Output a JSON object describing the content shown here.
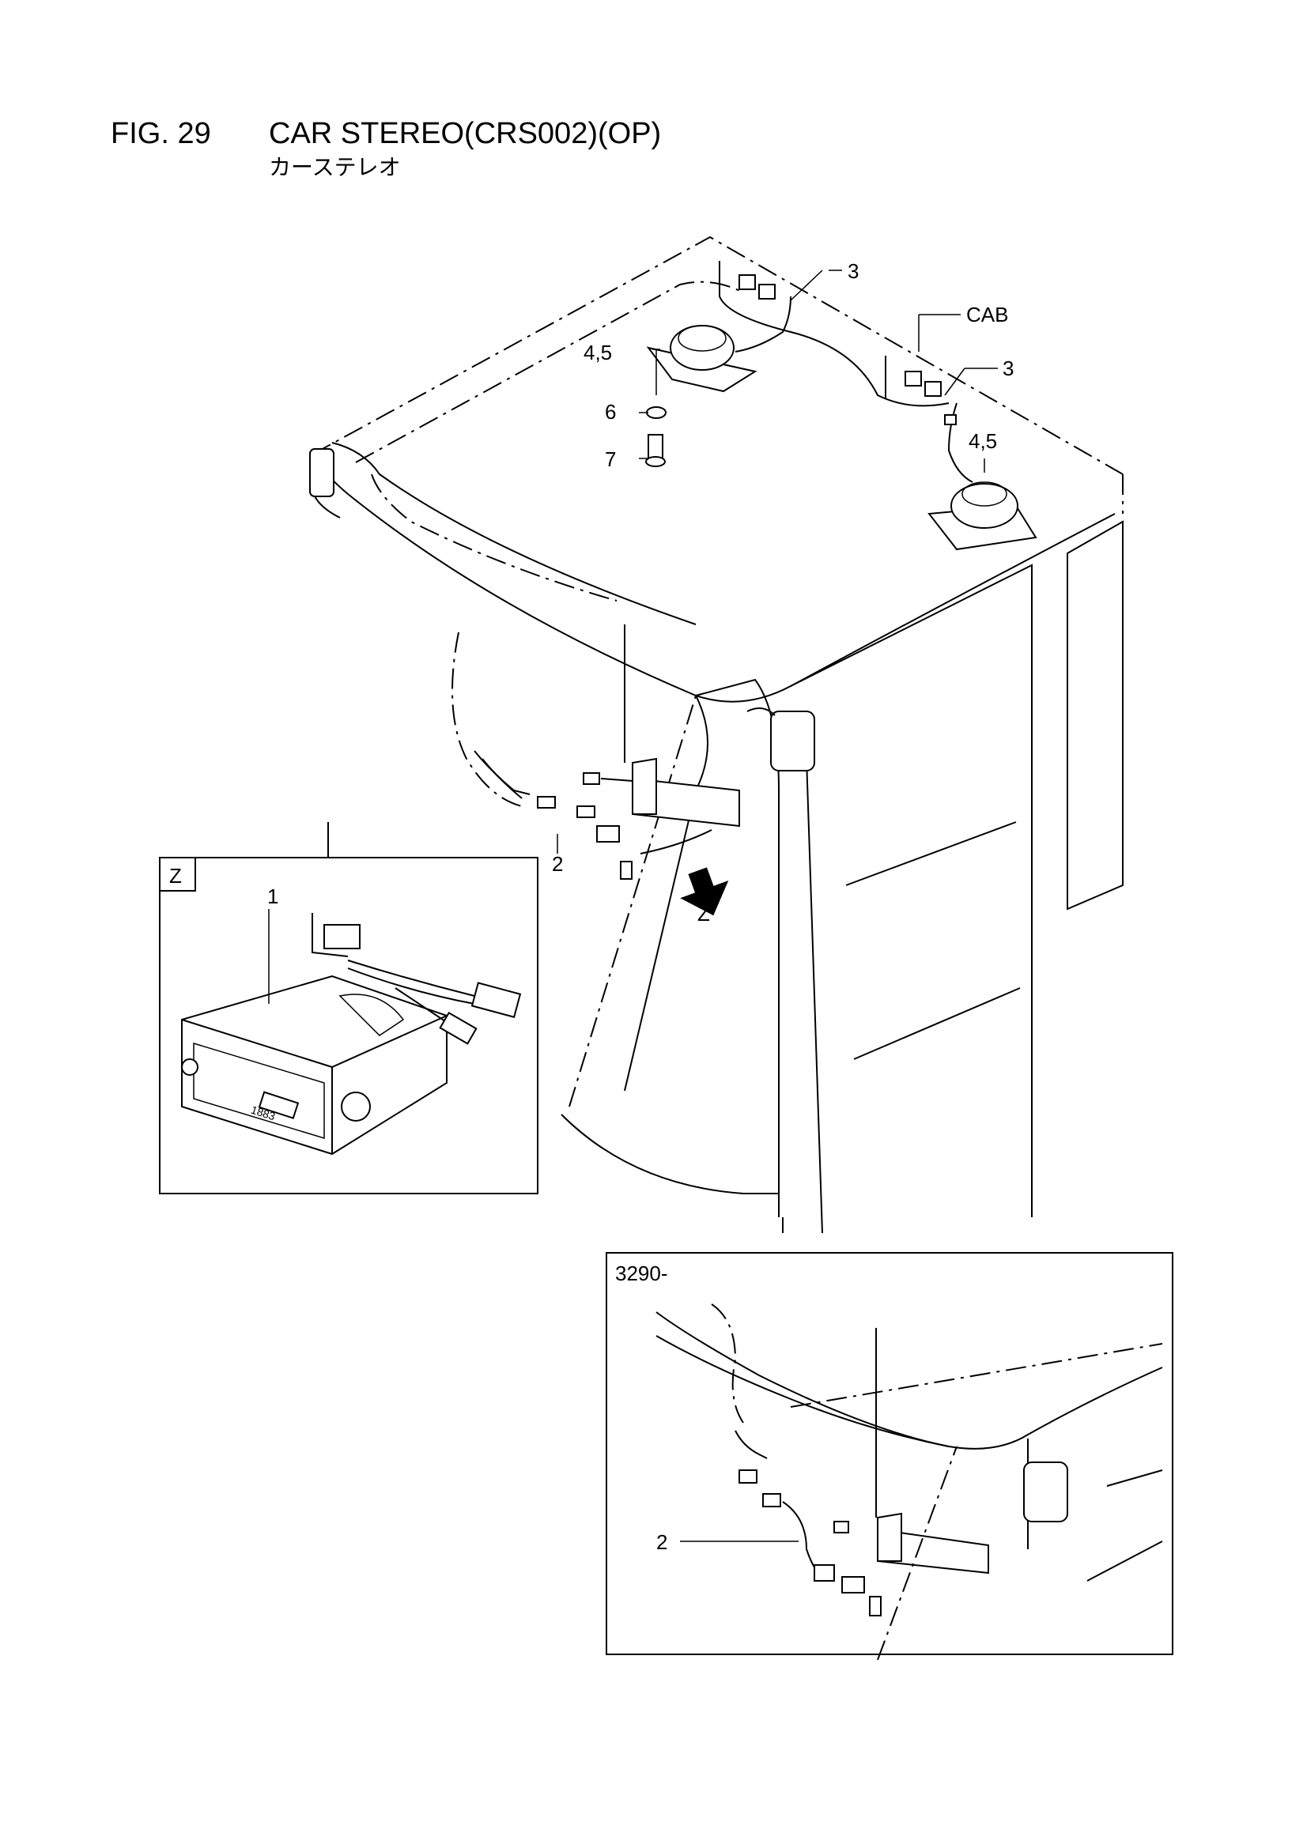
{
  "figure": {
    "number": "FIG. 29",
    "title": "CAR STEREO(CRS002)(OP)",
    "subtitle": "カーステレオ"
  },
  "callouts": {
    "wire_left": "3",
    "wire_right": "3",
    "cab": "CAB",
    "speaker_left": "4,5",
    "speaker_right": "4,5",
    "washer": "6",
    "bolt": "7",
    "harness": "2",
    "view_arrow": "Z"
  },
  "detail_z": {
    "tag": "Z",
    "callout_unit": "1",
    "display_text": "1883"
  },
  "detail_serial": {
    "tag": "3290-",
    "callout_harness": "2"
  }
}
